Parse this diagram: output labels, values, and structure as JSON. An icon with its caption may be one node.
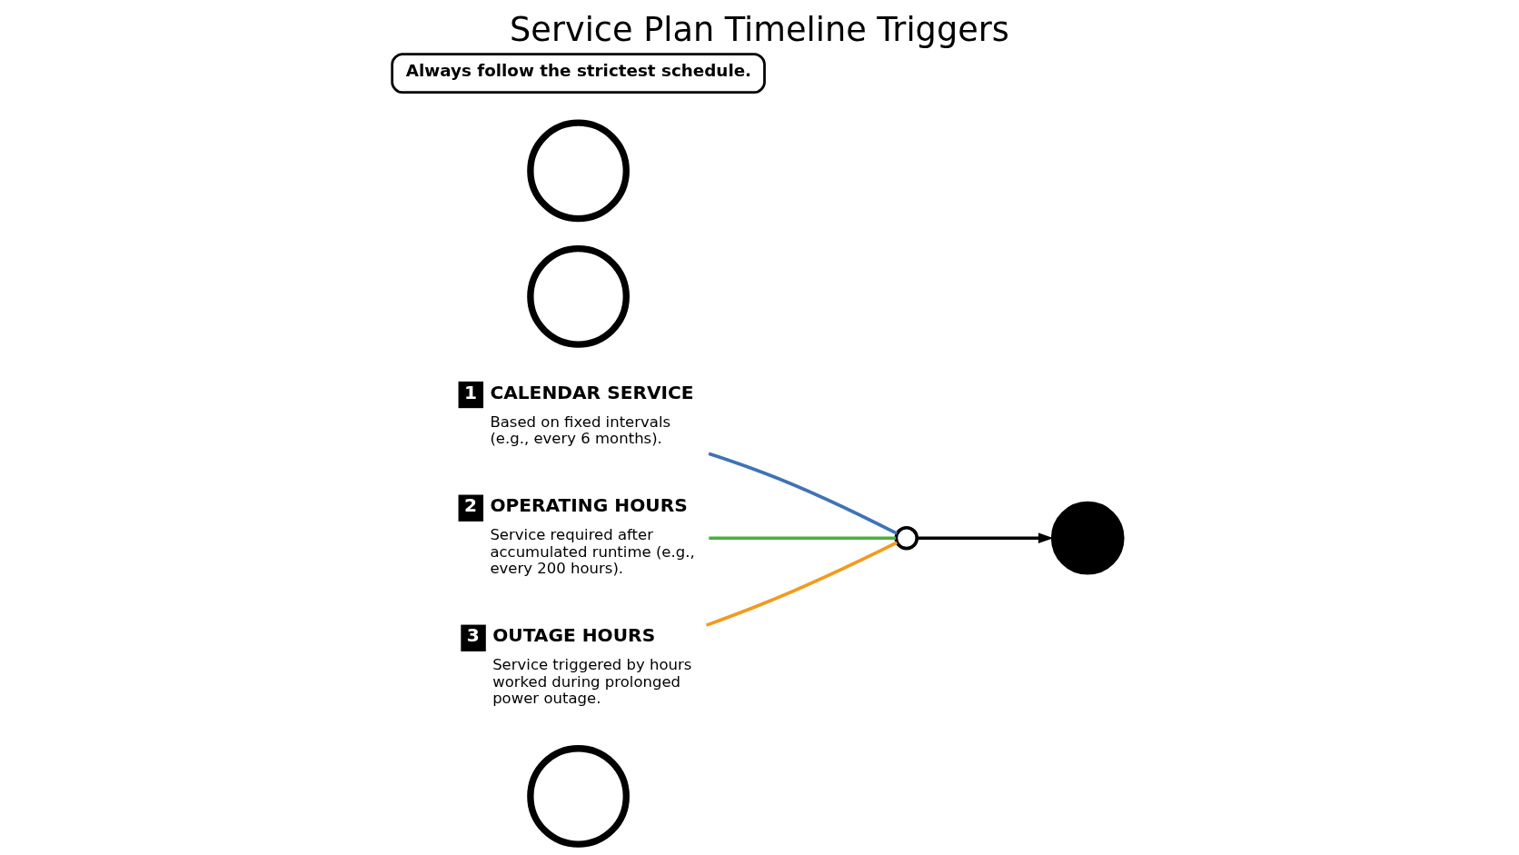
{
  "diagram": {
    "title": "Service Plan Timeline Triggers",
    "nodes": [
      {
        "text": [],
        "shape": "circle"
      },
      {
        "text": [
          "1",
          "CALENDAR SERVICE",
          "Based on fixed intervals (e.g., every 6 months)."
        ]
      },
      {
        "text": [],
        "shape": "circle"
      },
      {
        "text": [
          "2",
          "OPERATING HOURS",
          "Service required after accumulated runtime (e.g., every 200 hours)."
        ]
      },
      {
        "text": [],
        "shape": "circle"
      },
      {
        "text": [
          "3",
          "OUTAGE HOURS",
          "Service triggered by hours worked during prolonged power outage."
        ]
      },
      {
        "text": [],
        "shape": "circle"
      },
      {
        "text": [],
        "shape": "circle"
      },
      {
        "text": [
          "Always follow the strictest schedule."
        ]
      }
    ],
    "edges": [
      {
        "from": 1,
        "to": 6,
        "arrow": "none",
        "color": "#3f73b5"
      },
      {
        "from": 3,
        "to": 6,
        "arrow": "none",
        "color": "#4caf3f"
      },
      {
        "from": 5,
        "to": 6,
        "arrow": "none",
        "color": "#f39a1e"
      },
      {
        "from": 6,
        "to": 7,
        "arrow": "to",
        "color": "#000000"
      }
    ]
  }
}
